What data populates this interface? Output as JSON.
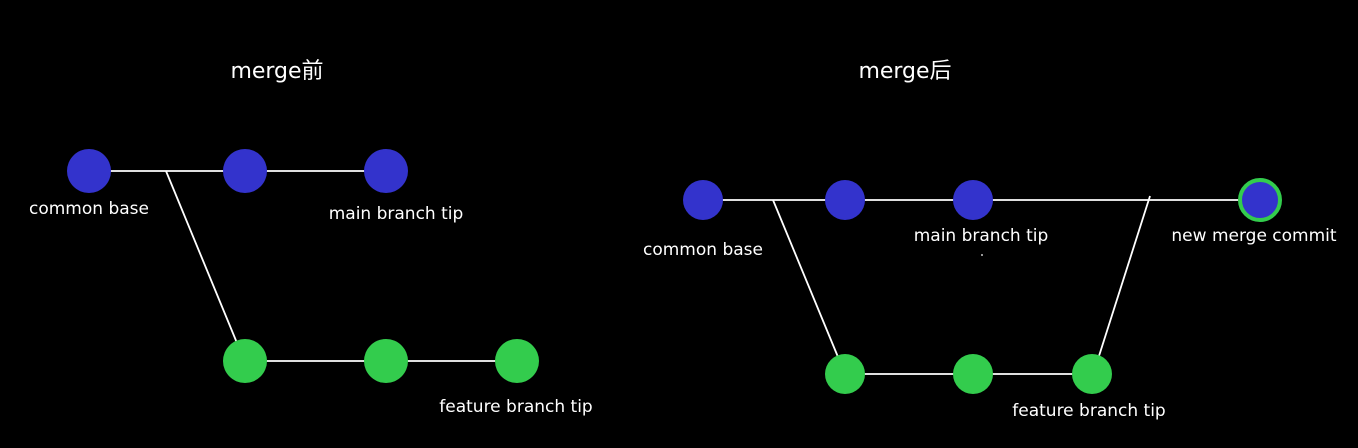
{
  "colors": {
    "background": "#000000",
    "main_commit": "#3333cc",
    "feature_commit": "#33cc4d",
    "merge_ring": "#33cc4d",
    "edge": "#ffffff",
    "text": "#ffffff"
  },
  "before": {
    "title": "merge前",
    "labels": {
      "common_base": "common base",
      "main_tip": "main branch tip",
      "feature_tip": "feature branch tip"
    }
  },
  "after": {
    "title": "merge后",
    "labels": {
      "common_base": "common base",
      "main_tip": "main branch tip",
      "feature_tip": "feature branch tip",
      "merge_commit": "new merge commit"
    }
  }
}
